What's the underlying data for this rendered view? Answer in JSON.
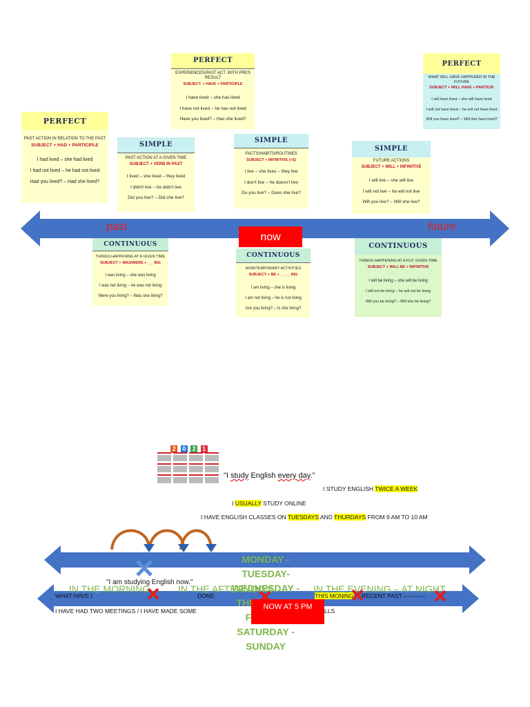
{
  "timeline_top": {
    "past_label": "past",
    "future_label": "future",
    "now_label": "now"
  },
  "cards": {
    "past_perfect": {
      "title": "PERFECT",
      "desc": "PAST ACTION IN RELATION TO THE PAST",
      "formula": "SUBJECT + HAD + PARTICIPLE",
      "ex1": "I had lived – she had lived",
      "ex2": "I had not lived – he had not lived",
      "ex3": "Had you lived? – Had she lived?"
    },
    "present_perfect": {
      "title": "PERFECT",
      "desc": "EXPERIENCES/PAST ACT. WITH PRES RESULT",
      "formula": "SUBJECT. + HAVE + PARTICIPLE",
      "ex1": "I have lived – she has lived",
      "ex2": "I have not lived – he has not lived",
      "ex3": "Have you lived? – Has she lived?"
    },
    "future_perfect": {
      "title": "PERFECT",
      "desc": "WHAT WILL HAVE HAPPENED IN THE FUTURE",
      "formula": "SUBJECT + WILL HAVE + PARTICIP.",
      "ex1": "I will have lived – she will have lived",
      "ex2": "I will not have lived – he will not have lived",
      "ex3": "Will you have lived? – Will she have lived?"
    },
    "past_simple": {
      "title": "SIMPLE",
      "desc": "PAST ACTION AT A GIVEN TIME",
      "formula": "SUBJECT + VERB IN PAST",
      "ex1": "I lived – she lived – they lived",
      "ex2": "I didn't live – he didn't live",
      "ex3": "Did you live? – Did she live?"
    },
    "present_simple": {
      "title": "SIMPLE",
      "desc": "FACTS/HABITS/ROUTINES",
      "formula": "SUBJECT + INFINITIVE (+S)",
      "ex1": "I live – she lives – they live",
      "ex2": "I don't live – he doesn't live",
      "ex3": "Do you live? – Does she live?"
    },
    "future_simple": {
      "title": "SIMPLE",
      "desc": "FUTURE ACTIONS",
      "formula": "SUBJECT + WILL + INFINITIVE",
      "ex1": "I will live – she will live",
      "ex2": "I will not live – he will not live",
      "ex3": "Will you live? – Will she live?"
    },
    "past_continuous": {
      "title": "CONTINUOUS",
      "desc": "THINGS HAPPENING AT A GIVEN TIME",
      "formula": "SUBJECT + WAS/WERE + ___ING",
      "ex1": "I was living – she was living",
      "ex2": "I was not living – he was not living",
      "ex3": "Were you living? – Was she living?"
    },
    "present_continuous": {
      "title": "CONTINUOUS",
      "desc": "NOW/TEMPORARY ACTIVITIES",
      "formula": "SUBJECT + BE + _____ING",
      "ex1": "I am living – she is living",
      "ex2": "I am not living – he is not living",
      "ex3": "Are you living? – Is she living?"
    },
    "future_continuous": {
      "title": "CONTINUOUS",
      "desc": "THINGS HAPPENING AT A FUT. GIVEN TIME",
      "formula": "SUBJECT + WILL BE + INFINITIVE",
      "ex1": "I will be living – she will be living",
      "ex2": "I will not be living – he will not be living",
      "ex3": "Will you be living? – Will she be living?"
    }
  },
  "calendar": {
    "year_digits": [
      "2",
      "0",
      "2",
      "1"
    ],
    "digit_colors": [
      "#e05a1c",
      "#2a7bd8",
      "#3aa64a",
      "#d8303a"
    ]
  },
  "lower": {
    "quote_pre": "\"I ",
    "quote_study": "study",
    "quote_mid": " English ",
    "quote_every": "every day",
    "quote_end": ".\"",
    "twice_pre": "I STUDY ENGLISH ",
    "twice_hl": "TWICE A WEEK",
    "usually_pre": "I ",
    "usually_hl": "USUALLY",
    "usually_post": " STUDY ONLINE",
    "classes_pre": "I HAVE ENGLISH CLASSES ON ",
    "classes_hl1": "TUESDAYS",
    "classes_and": " AND ",
    "classes_hl2": "THURDAYS",
    "classes_post": " FROM 9 AM TO 10 AM",
    "days": [
      "MONDAY -",
      "TUESDAY-",
      "WEDNESDAY -",
      "THURSDAY -",
      "FRIDAY -",
      "SATURDAY -",
      "SUNDAY"
    ],
    "studying_now": "\"I am studying English now.\"",
    "in_morning": "IN THE MORNING",
    "in_afternoon": "IN THE AFTERNOON",
    "in_evening": "IN THE EVENING  –  AT  NIGHT",
    "what_have_i": "WHAT HAVE I",
    "done": "DONE",
    "this_morning": "THIS MONING",
    "recent_past": "RECENT PAST -----------",
    "meetings": "I HAVE HAD TWO MEETINGS   / I HAVE MADE SOME",
    "calls": "LLS",
    "now_at_5": "NOW AT 5 PM"
  },
  "colors": {
    "arrow_blue": "#4472c4",
    "now_red": "#ff0000",
    "green_text": "#7db64b",
    "cross_red": "#e02020"
  }
}
